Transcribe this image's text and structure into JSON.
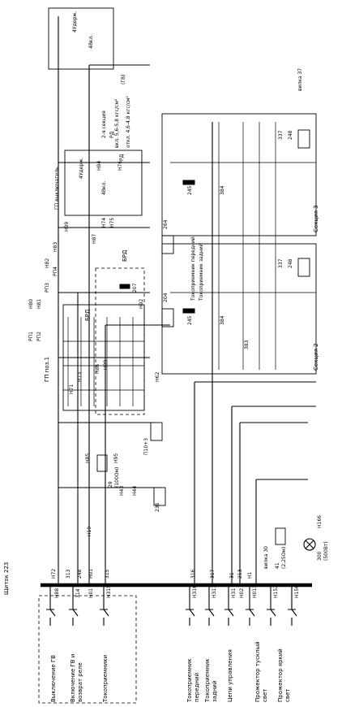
{
  "shchitok": "Щиток 223",
  "left_labels": [
    {
      "id": "l1",
      "text": "Выключение ГВ"
    },
    {
      "id": "l2",
      "text": "Включение ГВ и"
    },
    {
      "id": "l3",
      "text": "возврат реле"
    },
    {
      "id": "l4",
      "text": "Токоприемники"
    },
    {
      "id": "l5",
      "text": "Токоприемник"
    },
    {
      "id": "l6",
      "text": "передний"
    },
    {
      "id": "l7",
      "text": "Токоприемник"
    },
    {
      "id": "l8",
      "text": "задний"
    },
    {
      "id": "l9",
      "text": "Цепи управления"
    },
    {
      "id": "l10",
      "text": "Прожектор тусклый"
    },
    {
      "id": "l11",
      "text": "свет"
    },
    {
      "id": "l12",
      "text": "Прожектор яркий"
    },
    {
      "id": "l13",
      "text": "свет"
    }
  ],
  "wires_bottom": [
    "Н88",
    "314",
    "Н01",
    "Н315",
    "Н316",
    "Н317",
    "Н31",
    "Н02",
    "Н011",
    "Н152",
    "Н156"
  ],
  "wires_top": [
    "Н72",
    "313",
    "248",
    "Н01",
    "315",
    "316",
    "317",
    "31",
    "213",
    "Н1"
  ],
  "components": {
    "gp": "ГП поз.1",
    "gp_top": "ГП выключатель",
    "brd": "БРД",
    "brd2": "БРД",
    "p10": "П10+3",
    "r236": "236",
    "r29": "29",
    "r29v": "(100Ом)",
    "r41": "41",
    "r41v": "(2,25Ом)",
    "lamp": "300",
    "lamp_v": "(500Вт)",
    "h166": "Н166",
    "vilka30": "вилка 30",
    "vilka37": "вилка 37",
    "section2": "Секция 2",
    "section3": "Секция 3",
    "rd_note": "РД",
    "rd_on": "вкл. 5,6-5,8 кгс/см²",
    "rd_off": "откл. 4,6-4,8 кгс/см²",
    "rd_gv": "(ГВ)",
    "sec2_label": "2-я секция",
    "uderzh": "4Удерж.",
    "vkl": "4Вкл.",
    "r204": "204",
    "r264": "264",
    "r207": "207",
    "r245": "245",
    "r383": "383",
    "r384": "384",
    "r337": "337",
    "r248": "248",
    "tok_per": "Токоприемник передний",
    "tok_zad": "Токоприемник задний"
  },
  "relay_labels": [
    "РП1",
    "РП2",
    "РП3",
    "РП4",
    "Н80",
    "Н81",
    "Н82",
    "Н83",
    "Н89",
    "Н71",
    "Н73",
    "Н85",
    "Н86",
    "Н99",
    "Н95",
    "Н62",
    "Н19",
    "Н43",
    "Н44",
    "Н87",
    "Н84",
    "Н76",
    "Н75",
    "Н74",
    "Н92"
  ]
}
